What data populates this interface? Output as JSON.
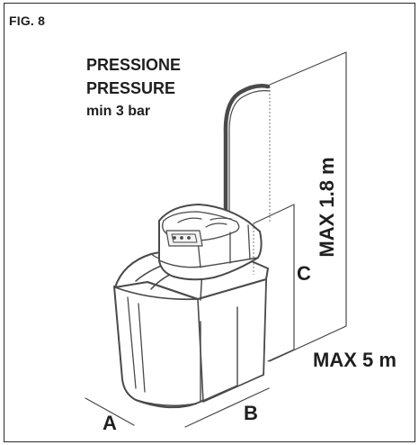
{
  "figure_label": "FIG. 8",
  "pressure": {
    "line1": "PRESSIONE",
    "line2": "PRESSURE",
    "line3": "min 3 bar"
  },
  "dimensions": {
    "height_max": "MAX 1.8 m",
    "distance_max": "MAX 5 m",
    "c": "C",
    "a": "A",
    "b": "B"
  }
}
